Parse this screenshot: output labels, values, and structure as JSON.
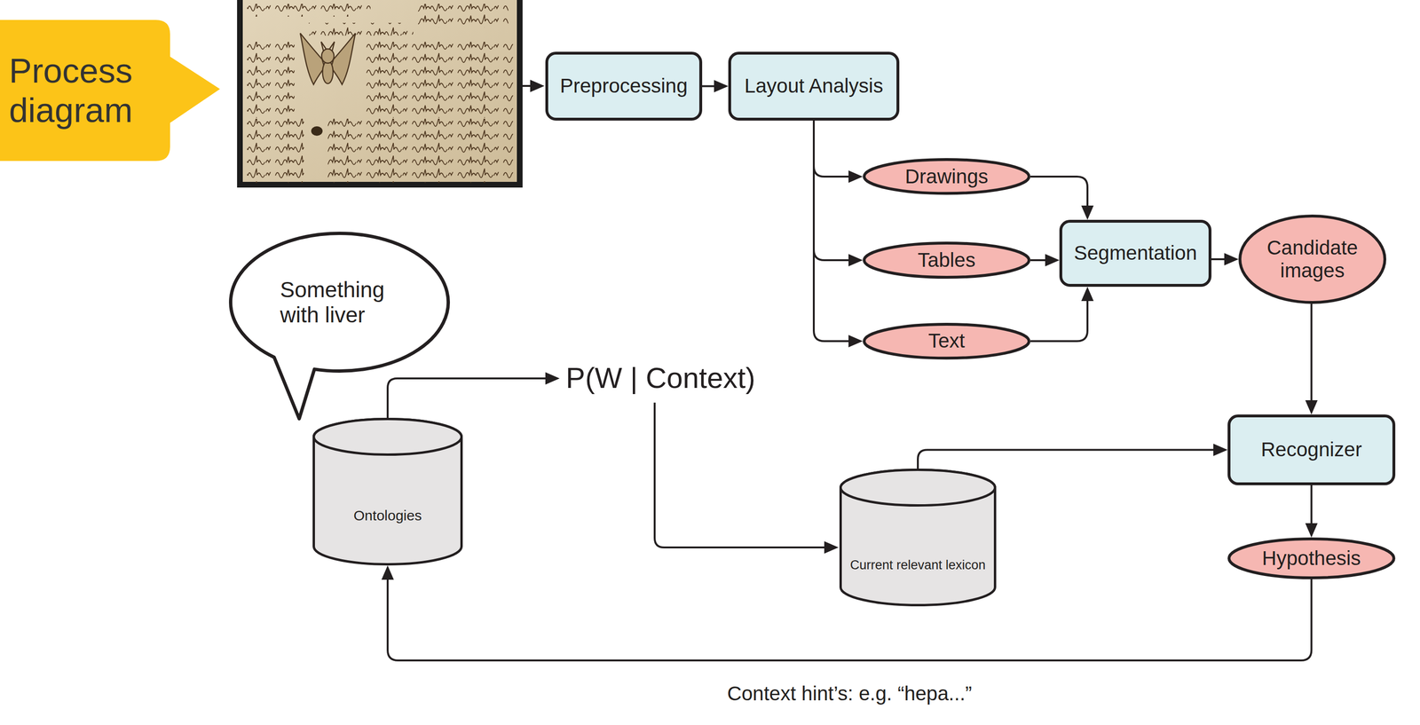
{
  "diagram": {
    "nodes": [
      {
        "text": [
          "Process diagram"
        ]
      },
      {
        "text": [
          "Preprocessing"
        ]
      },
      {
        "text": [
          "Layout Analysis"
        ]
      },
      {
        "text": [
          "Drawings"
        ]
      },
      {
        "text": [
          "Tables"
        ]
      },
      {
        "text": [
          "Segmentation"
        ]
      },
      {
        "text": [
          "Candidate images"
        ]
      },
      {
        "text": [
          "Something with liver"
        ]
      },
      {
        "text": [
          "Text"
        ]
      },
      {
        "text": [
          "Ontologies"
        ]
      },
      {
        "text": [
          "Recognizer"
        ]
      },
      {
        "text": [
          "Current relevant lexicon"
        ]
      },
      {
        "text": [
          "Hypothesis"
        ]
      }
    ],
    "edges": [
      {
        "from": 1,
        "to": 2,
        "arrow": "to"
      },
      {
        "from": 2,
        "to": 3,
        "arrow": "to"
      },
      {
        "from": 2,
        "to": 4,
        "arrow": "to"
      },
      {
        "from": 2,
        "to": 8,
        "arrow": "to"
      },
      {
        "from": 3,
        "to": 5,
        "arrow": "to"
      },
      {
        "from": 4,
        "to": 5,
        "arrow": "to"
      },
      {
        "from": 8,
        "to": 5,
        "arrow": "to"
      },
      {
        "from": 5,
        "to": 6,
        "arrow": "to"
      },
      {
        "from": 6,
        "to": 10,
        "arrow": "to"
      },
      {
        "from": 11,
        "to": 10,
        "arrow": "to"
      },
      {
        "from": 10,
        "to": 12,
        "arrow": "to"
      },
      {
        "from": 12,
        "to": 9,
        "arrow": "to",
        "label": "Context hint’s: e.g. “hepa...”"
      }
    ],
    "labels": [
      "P(W | Context)"
    ]
  }
}
